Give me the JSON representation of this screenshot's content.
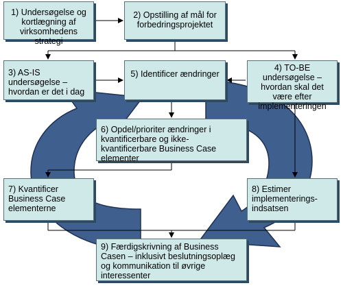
{
  "diagram": {
    "colors": {
      "box_fill": "#cfe8e8",
      "box_border": "#5a6e78",
      "cycle_fill": "#3f5f8f",
      "cycle_stroke": "#1f3050",
      "arrow": "#000000"
    },
    "steps": {
      "s1": "1) Undersøgelse og kortlægning af virksomhedens strategi",
      "s2": "2) Opstilling af mål for forbedringsprojektet",
      "s3": "3) AS-IS undersøgelse – hvordan er det i dag",
      "s4": "4) TO-BE undersøgelse – hvordan skal det være efter implementeringen",
      "s5": "5) Identificer ændringer",
      "s6": "6) Opdel/prioriter ændringer i kvantificerbare og ikke-kvantificerbare Business Case elementer",
      "s7": "7) Kvantificer Business Case elementerne",
      "s8": "8) Estimer implementerings-indsatsen",
      "s9": "9) Færdigskrivning af Business Casen – inklusivt beslutningsoplæg og kommunikation til øvrige interessenter"
    }
  }
}
